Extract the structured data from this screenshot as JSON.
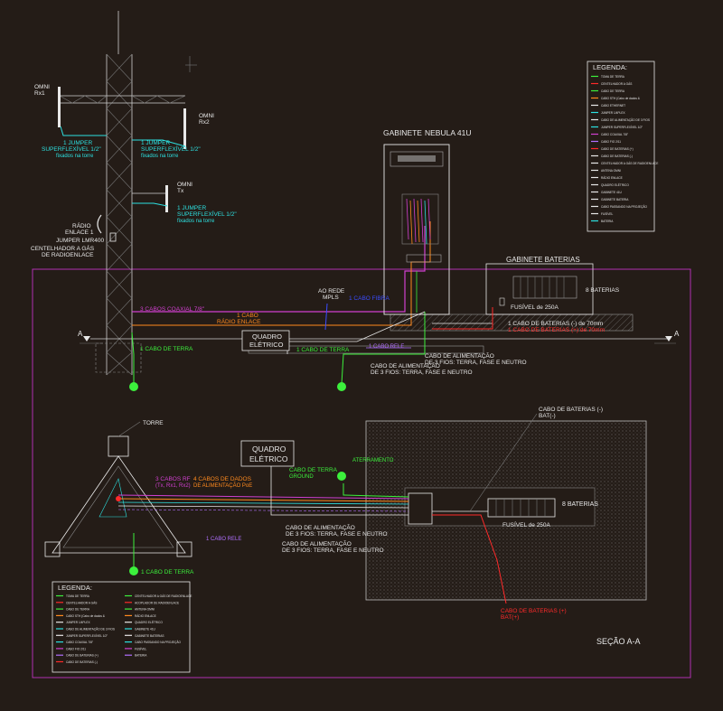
{
  "tower": {
    "top_label": "",
    "omni1_line1": "OMNI",
    "omni1_line2": "Rx1",
    "omni2_line1": "OMNI",
    "omni2_line2": "Rx2",
    "omni3_line1": "OMNI",
    "omni3_line2": "Tx",
    "jumper_left_line1": "1 JUMPER",
    "jumper_left_line2": "SUPERFLEXÍVEL 1/2\"",
    "jumper_left_line3": "fixados na torre",
    "jumper_mid_line1": "1 JUMPER",
    "jumper_mid_line2": "SUPERFLEXÍVEL 1/2\"",
    "jumper_mid_line3": "fixados na torre",
    "jumper_low_line1": "1 JUMPER",
    "jumper_low_line2": "SUPERFLEXÍVEL 1/2\"",
    "jumper_low_line3": "fixados na torre",
    "radio_line1": "RÁDIO",
    "radio_line2": "ENLACE 1",
    "jumper_lmr": "JUMPER LMR400",
    "centelhador_line1": "CENTELHADOR A GÁS",
    "centelhador_line2": "DE RADIOENLACE"
  },
  "elevation": {
    "gabinete_title": "GABINETE",
    "gabinete_name": "NEBULA 41U",
    "baterias_title": "GABINETE BATERIAS",
    "baterias_count": "8 BATERIAS",
    "fusivel": "FUSÍVEL de 250A",
    "cabo_bat_neg": "1 CABO DE BATERIAS (-) de 70mm",
    "cabo_bat_pos": "1 CABO DE BATERIAS (+) de 70mm",
    "rede_line1": "AO REDE",
    "rede_line2": "MPLS",
    "fibra": "1 CABO FIBRA",
    "coaxial": "3 CABOS COAXIAL 7/8\"",
    "radio_cabo_line1": "1 CABO",
    "radio_cabo_line2": "RÁDIO ENLACE",
    "quadro_line1": "QUADRO",
    "quadro_line2": "ELÉTRICO",
    "terra1": "1 CABO DE TERRA",
    "terra2": "1 CABO DE TERRA",
    "alim1_line1": "CABO DE ALIMENTAÇÃO",
    "alim1_line2": "DE 3 FIOS: TERRA, FASE E NEUTRO",
    "alim2_line1": "CABO DE ALIMENTAÇÃO",
    "alim2_line2": "DE 3 FIOS: TERRA, FASE E NEUTRO",
    "cabo_rele": "1 CABO RELE",
    "section_a_left": "A",
    "section_a_right": "A"
  },
  "plan": {
    "torre": "TORRE",
    "quadro_line1": "QUADRO",
    "quadro_line2": "ELÉTRICO",
    "rf_line1": "3 CABOS RF",
    "rf_line2": "(Tx, Rx1, Rx2)",
    "dados_line1": "4 CABOS DE DADOS",
    "dados_line2": "DE ALIMENTAÇÃO PoE",
    "terra_ground_line1": "CABO DE TERRA",
    "terra_ground_line2": "GROUND",
    "aterramento": "ATERRAMENTO",
    "alim1_line1": "CABO DE ALIMENTAÇÃO",
    "alim1_line2": "DE 3 FIOS: TERRA, FASE E NEUTRO",
    "alim2_line1": "CABO DE ALIMENTAÇÃO",
    "alim2_line2": "DE 3 FIOS: TERRA, FASE E NEUTRO",
    "cabo_rele": "1 CABO RELE",
    "terra": "1 CABO DE TERRA",
    "bat_neg_line1": "CABO DE BATERIAS (-)",
    "bat_neg_line2": "BAT(-)",
    "bat_pos_line1": "CABO DE BATERIAS (+)",
    "bat_pos_line2": "BAT(+)",
    "baterias": "8 BATERIAS",
    "fusivel": "FUSÍVEL de 250A",
    "secao": "SEÇÃO A-A"
  },
  "legend_top": {
    "title": "LEGENDA:",
    "items": [
      "TOMA DE TERRA",
      "CENTELHADOR A GÁS",
      "CABO DE TERRA",
      "CABO STH (Cabo de dados &",
      "CABO ETHERNET",
      "JUMPER 1/4PLEX",
      "CABO DE ALIMENTAÇÃO DE 3 FIOS",
      "JUMPER SUPERFLEXÍVEL 1/2\"",
      "CABO COAXIAL 7/8\"",
      "CABO FIO 2/11",
      "CABO DE BATERIAS (+)",
      "CABO DE BATERIAS (-)",
      "CENTELHADOR A GÁS DE RADIOENLACE",
      "ANTENA OMNI",
      "RÁDIO ENLACE",
      "QUADRO ELÉTRICO",
      "GABINETE 41U",
      "GABINETE BATERIA",
      "CABO PASSANDO NA PROJEÇÃO",
      "FUSÍVEL",
      "BATERIA"
    ]
  },
  "legend_bottom": {
    "title": "LEGENDA:",
    "left_items": [
      "TOMA DE TERRA",
      "CENTELHADOR A GÁS",
      "CABO DE TERRA",
      "CABO STH (Cabo de dados &",
      "JUMPER 1/4PLEX",
      "CABO DE ALIMENTAÇÃO DE 3 FIOS",
      "JUMPER SUPERFLEXÍVEL 1/2\"",
      "CABO COAXIAL 7/8\"",
      "CABO FIO 2/11",
      "CABO DE BATERIAS (+)",
      "CABO DE BATERIAS (-)"
    ],
    "right_items": [
      "CENTELHADOR A GÁS DE RADIOENLACE",
      "ACOPLADOR DE RADIOENLACE",
      "ANTENA OMNI",
      "RÁDIO ENLACE",
      "QUADRO ELÉTRICO",
      "GABINETE 41U",
      "GABINETE BATERIAS",
      "CABO PASSANDO NA PROJEÇÃO",
      "FUSÍVEL",
      "BATERIA"
    ]
  },
  "colors": {
    "background": "#241c17",
    "frame": "#b030b0",
    "ground": "#3cf03c",
    "jumper": "#2de0e0",
    "power": "#ff8a1e",
    "rf": "#d040d0",
    "battery_pos": "#ff2a2a",
    "fiber": "#3a4cff"
  }
}
